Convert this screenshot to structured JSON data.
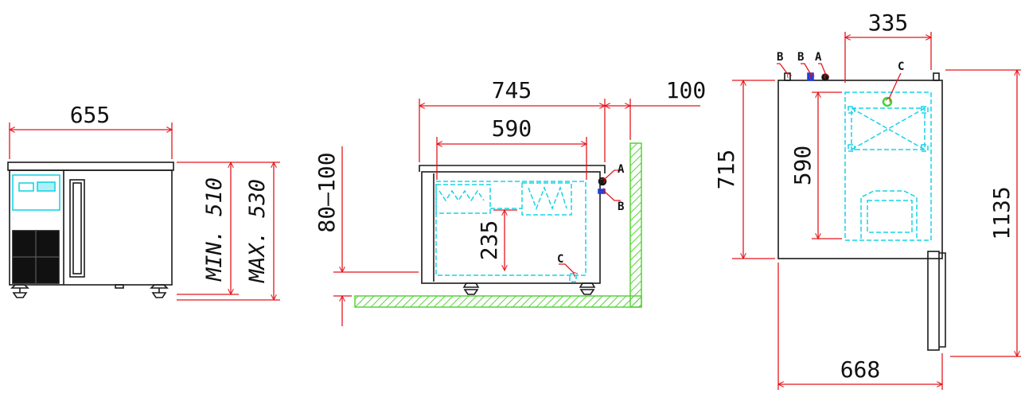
{
  "colors": {
    "outline": "#1a1a1a",
    "dimension": "#e4161c",
    "hidden_line": "#19d3e6",
    "hatch": "#55d437",
    "inlet_a": "#1a1a1a",
    "inlet_b": "#1e3fe0",
    "drain_c": "#3cd43c"
  },
  "front_view": {
    "width_label": "655",
    "min_height_label": "MIN. 510",
    "max_height_label": "MAX. 530"
  },
  "side_view": {
    "depth_label": "745",
    "inner_depth_label": "590",
    "wall_gap_label": "100",
    "floor_gap_label": "80–100",
    "inner_height_label": "235",
    "connection_a": "A",
    "connection_b": "B",
    "drain_c": "C"
  },
  "top_view": {
    "inlet_spacing_label": "335",
    "depth_label": "715",
    "inner_depth_label": "590",
    "depth_door_open_label": "1135",
    "width_label": "668",
    "connection_b1": "B",
    "connection_b2": "B",
    "connection_a": "A",
    "drain_c": "C"
  }
}
